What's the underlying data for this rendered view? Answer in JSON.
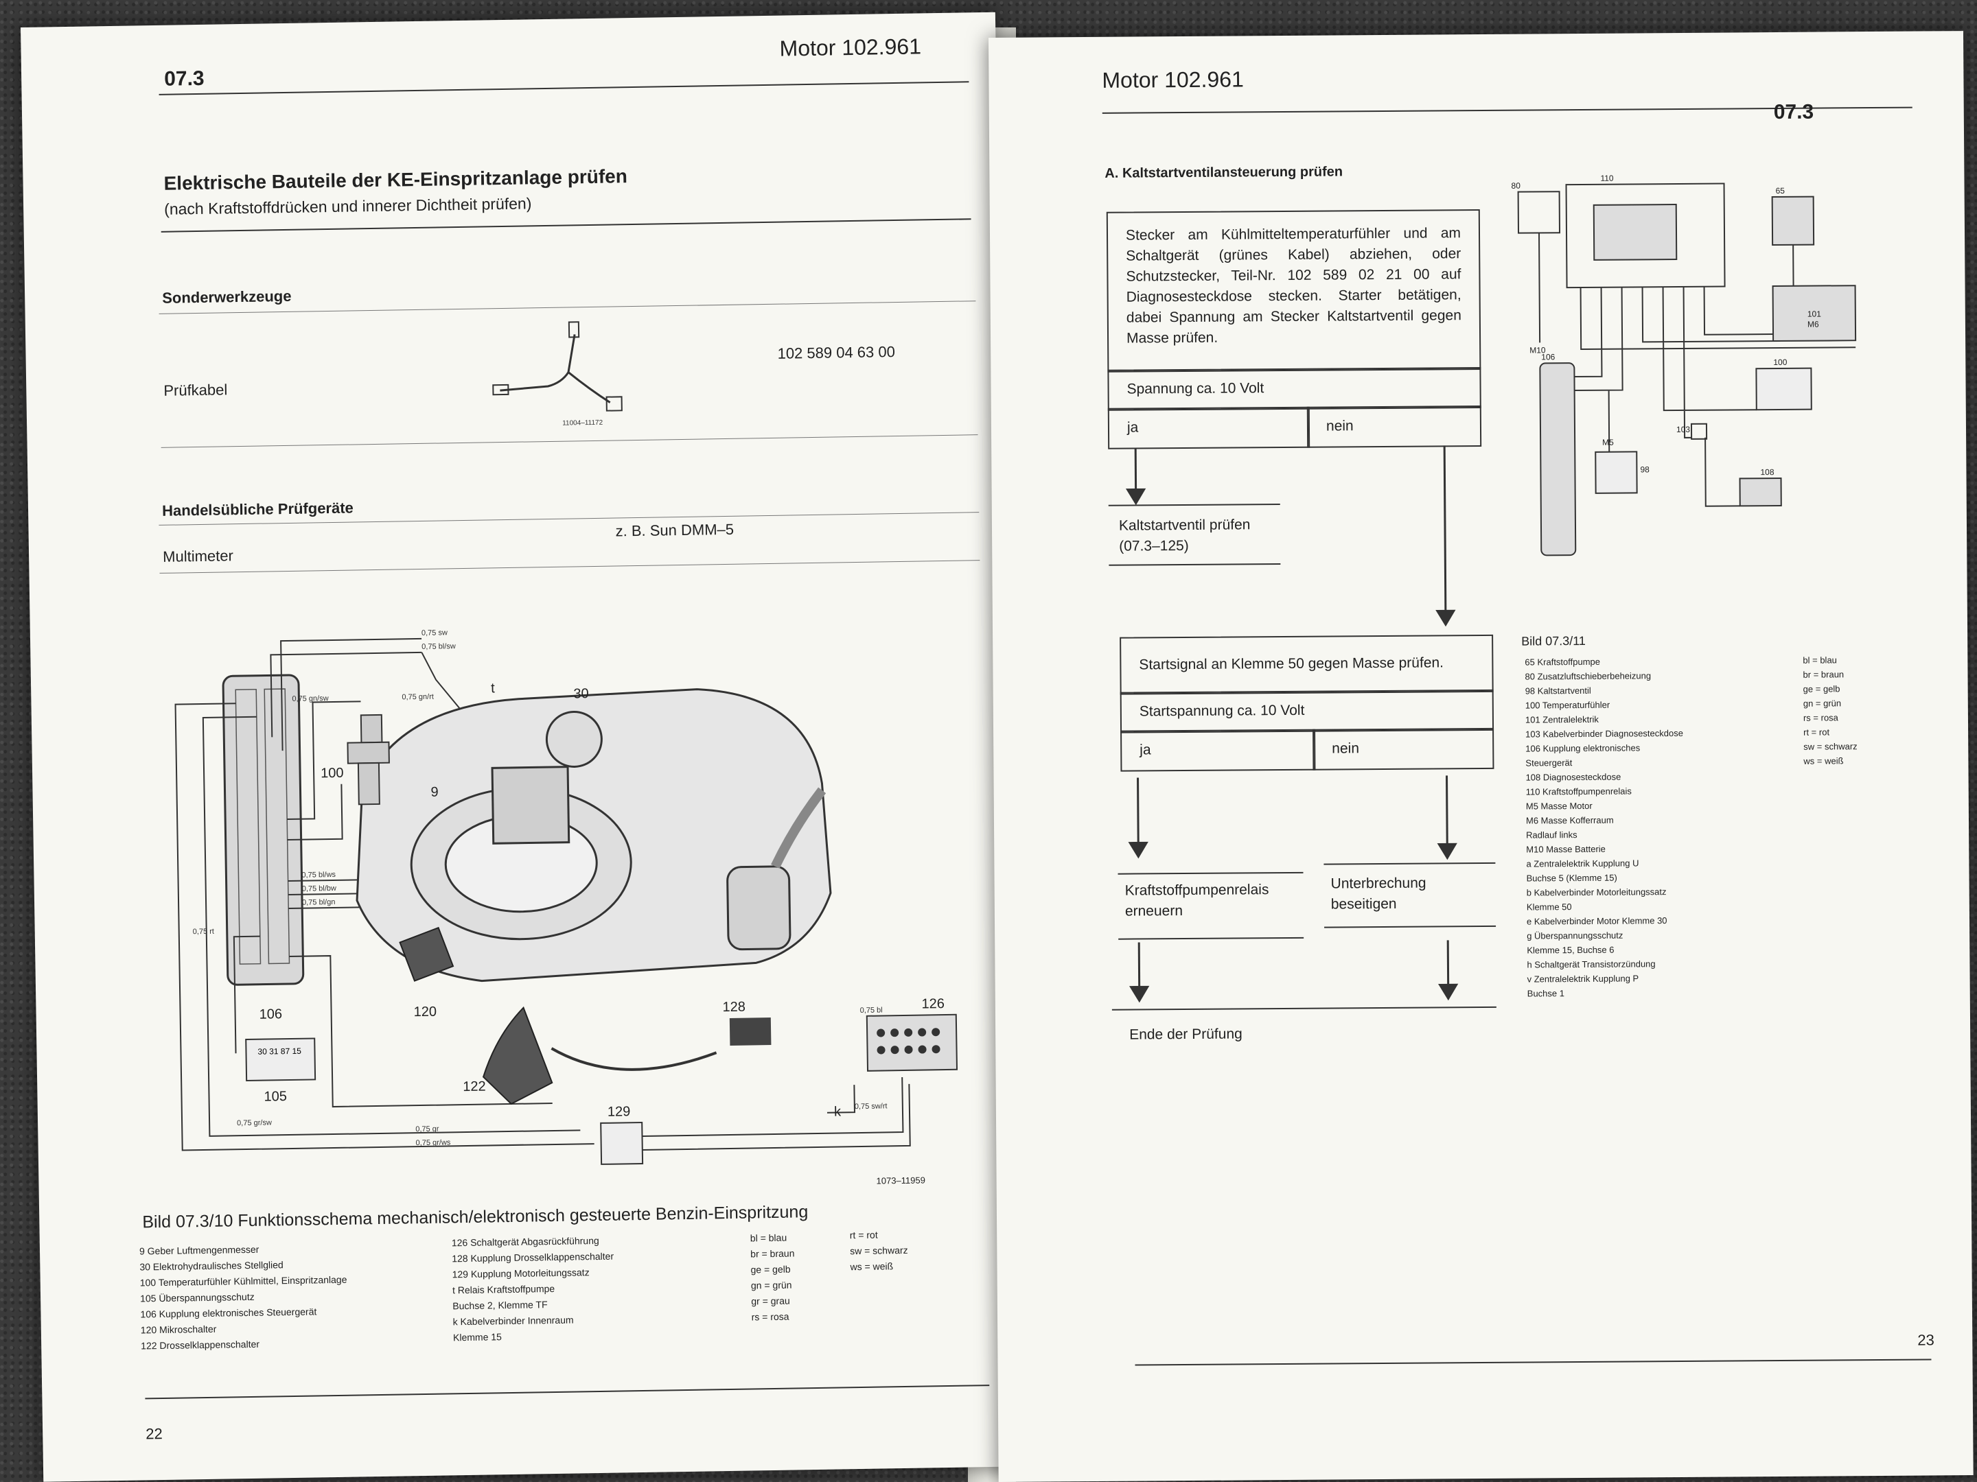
{
  "left_page": {
    "section": "07.3",
    "motor": "Motor 102.961",
    "title": "Elektrische Bauteile der KE-Einspritzanlage prüfen",
    "subtitle": "(nach Kraftstoffdrücken und innerer Dichtheit prüfen)",
    "special_tools": {
      "heading": "Sonderwerkzeuge",
      "item": "Prüfkabel",
      "part_no": "102 589 04 63 00",
      "figure_code": "11004–11172"
    },
    "test_equipment": {
      "heading": "Handelsübliche Prüfgeräte",
      "item": "Multimeter",
      "example": "z. B. Sun DMM–5"
    },
    "diagram_labels": {
      "c100": "100",
      "c9": "9",
      "c30": "30",
      "c106": "106",
      "c105": "105",
      "c120": "120",
      "c122": "122",
      "c128": "128",
      "c126": "126",
      "c129": "129",
      "t": "t",
      "k": "k",
      "relay_pins": "30 31 87 15",
      "code": "1073–11959",
      "wires": [
        "0,75 bl/sw",
        "0,75 sw",
        "0,75 gn/rt",
        "0,75 gn/sw",
        "0,75 bl/ws",
        "0,75 bl/bw",
        "0,75 bl/gn",
        "0,75 rt",
        "0,75 gr/sw",
        "0,75 gr",
        "0,75 gr/ws",
        "0,75 bl",
        "0,75 sw/rt"
      ]
    },
    "caption": "Bild 07.3/10  Funktionsschema mechanisch/elektronisch gesteuerte Benzin-Einspritzung",
    "legend_col1": [
      "9  Geber Luftmengenmesser",
      "30  Elektrohydraulisches Stellglied",
      "100  Temperaturfühler Kühlmittel, Einspritzanlage",
      "105  Überspannungsschutz",
      "106  Kupplung elektronisches Steuergerät",
      "120  Mikroschalter",
      "122  Drosselklappenschalter"
    ],
    "legend_col2": [
      "126  Schaltgerät Abgasrückführung",
      "128  Kupplung Drosselklappenschalter",
      "129  Kupplung Motorleitungssatz",
      "t  Relais Kraftstoffpumpe",
      "   Buchse 2, Klemme TF",
      "k  Kabelverbinder Innenraum",
      "   Klemme 15"
    ],
    "legend_col3": [
      "bl = blau",
      "br = braun",
      "ge = gelb",
      "gn = grün",
      "gr = grau",
      "rs = rosa"
    ],
    "legend_col4": [
      "rt = rot",
      "sw = schwarz",
      "ws = weiß"
    ],
    "page_number": "22"
  },
  "right_page": {
    "motor": "Motor 102.961",
    "section": "07.3",
    "heading": "A. Kaltstartventilansteuerung prüfen",
    "flow": {
      "box1": "Stecker am Kühlmitteltemperaturfühler und am Schaltgerät (grünes Kabel) abziehen, oder Schutzstecker, Teil-Nr. 102 589 02 21 00 auf Diagnosesteckdose stecken. Starter betätigen, dabei Spannung am Stecker Kaltstartventil gegen Masse prüfen.",
      "box1_result": "Spannung ca. 10 Volt",
      "yes": "ja",
      "no": "nein",
      "step_cold": "Kaltstartventil prüfen (07.3–125)",
      "box2": "Startsignal an Klemme 50 gegen Masse prüfen.",
      "box2_result": "Startspannung ca. 10 Volt",
      "step_relay": "Kraftstoffpumpenrelais erneuern",
      "step_break": "Unterbrechung beseitigen",
      "end": "Ende der Prüfung"
    },
    "diagram_labels": {
      "c80": "80",
      "c110": "110",
      "c65": "65",
      "c101": "101",
      "c106": "106",
      "c100": "100",
      "c103": "103",
      "c98": "98",
      "c108": "108",
      "m10": "M10",
      "m5": "M5",
      "m6": "M6"
    },
    "caption": "Bild 07.3/11",
    "legend": [
      "65  Kraftstoffpumpe",
      "80  Zusatzluftschieberbeheizung",
      "98  Kaltstartventil",
      "100  Temperaturfühler",
      "101  Zentralelektrik",
      "103  Kabelverbinder Diagnosesteckdose",
      "106  Kupplung elektronisches",
      "      Steuergerät",
      "108  Diagnosesteckdose",
      "110  Kraftstoffpumpenrelais",
      "M5  Masse Motor",
      "M6  Masse Kofferraum",
      "      Radlauf links",
      "M10  Masse Batterie",
      "a  Zentralelektrik Kupplung U",
      "    Buchse 5 (Klemme 15)",
      "b  Kabelverbinder Motorleitungssatz",
      "    Klemme 50",
      "e  Kabelverbinder Motor Klemme 30",
      "g  Überspannungsschutz",
      "    Klemme 15, Buchse 6",
      "h  Schaltgerät Transistorzündung",
      "v  Zentralelektrik Kupplung P",
      "    Buchse 1"
    ],
    "colors": [
      "bl = blau",
      "br = braun",
      "ge = gelb",
      "gn = grün",
      "rs = rosa",
      "rt = rot",
      "sw = schwarz",
      "ws = weiß"
    ],
    "page_number": "23"
  }
}
